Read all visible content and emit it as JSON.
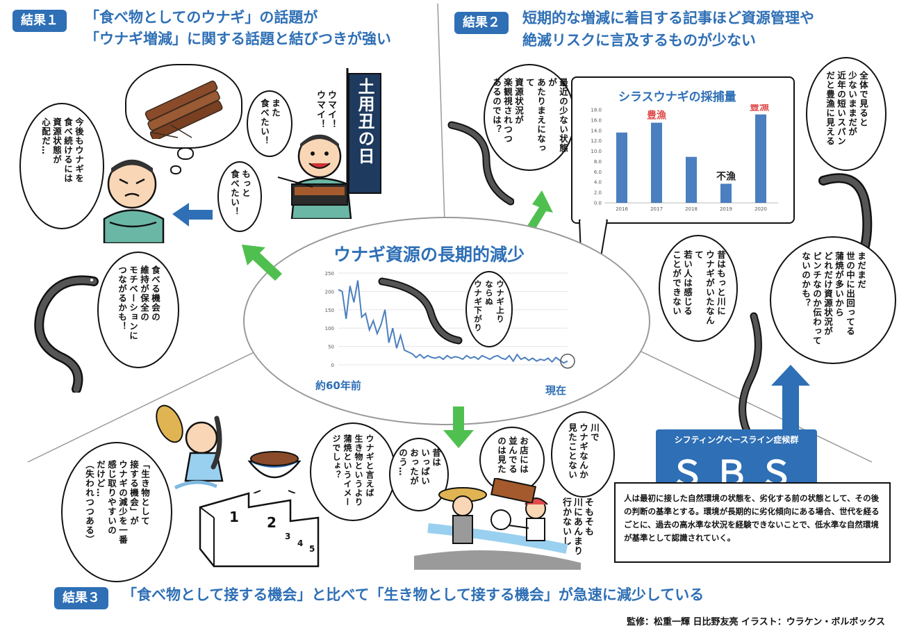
{
  "result1": {
    "badge": "結果１",
    "heading_line1": "「食べ物としてのウナギ」の話題が",
    "heading_line2": "「ウナギ増減」に関する話題と結びつきが強い",
    "bubble_worry": "今後もウナギを\n食べ続けるには\n資源状態が\n心配だ…",
    "bubble_again": "また\n食べたい！",
    "bubble_more": "もっと\n食べたい！",
    "exclaim": "ウマイ！\nウマイ！",
    "banner": "土用丑の日",
    "bubble_motivation": "食べる機会の\n維持が保全の\nモチベーションに\nつながるかも！"
  },
  "result2": {
    "badge": "結果２",
    "heading_line1": "短期的な増減に着目する記事ほど資源管理や",
    "heading_line2": "絶滅リスクに言及するものが少ない",
    "bubble_recent": "最近の少ない状態が\nあたりまえになって\n資源状況が\n楽観視されつつ\nあるのでは？",
    "bubble_overall": "全体で見ると\n少ないままだが\n近年の短いスパン\nだと豊漁に見える"
  },
  "result3": {
    "badge": "結果３",
    "heading": "「食べ物として接する機会」と比べて「生き物として接する機会」が急速に減少している",
    "bubble_feeling": "「生き物として\n接する機会」が\nウナギの減少を一番\n感じ取りやすいの\nだけど…\n（失われつつある）",
    "bubble_image": "ウナギと言えば\n生き物というより\n蒲焼というイメージでしょ？",
    "bubble_past": "昔は\nいっぱい\nおったが\nのう…",
    "bubble_shop": "お店には\n並んでる\nのは見た",
    "bubble_river": "川で\nウナギなんか\n見たことない",
    "handwritten": "そもそも\n川にあんまり\n行かないし",
    "podium": [
      "1",
      "2",
      "3",
      "4",
      "5"
    ]
  },
  "center": {
    "title": "ウナギ資源の長期的減少",
    "label_left": "約60年前",
    "label_right": "現在",
    "bubble_pun": "ウナギ上り\nならぬ\nウナギ下がり"
  },
  "sbs": {
    "subtitle": "シフティングベースライン症候群",
    "title": "ＳＢＳ",
    "description": "人は最初に接した自然環境の状態を、劣化する前の状態として、その後の判断の基準とする。環境が長期的に劣化傾向にある場合、世代を経るごとに、過去の高水準な状況を経験できないことで、低水準な自然環境が基準として認識されていく。",
    "bubble_old": "昔はもっと川に\nウナギがいたなんて\n若い人は感じる\nことができない",
    "bubble_still": "まだまだ\n世の中に出回ってる\n蒲焼が多いから\nどれだけ資源状況が\nピンチなのか伝わって\nないのかも？"
  },
  "credit": "監修：松重一輝 日比野友亮 イラスト：ウラケン・ボルボックス",
  "colors": {
    "accent": "#2e6fb5",
    "arrow": "#4fc04f",
    "bar": "#4b7fbf",
    "label_red": "#e04a4a"
  },
  "chart_data": [
    {
      "type": "line",
      "title": "",
      "x": [
        1,
        2,
        3,
        4,
        5,
        6,
        7,
        8,
        9,
        10,
        11,
        12,
        13,
        14,
        15,
        16,
        17,
        18,
        19,
        20,
        21,
        22,
        23,
        24,
        25,
        26,
        27,
        28,
        29,
        30,
        31,
        32,
        33,
        34,
        35,
        36,
        37,
        38,
        39,
        40,
        41,
        42,
        43,
        44,
        45,
        46,
        47,
        48,
        49,
        50,
        51,
        52,
        53,
        54,
        55,
        56,
        57,
        58,
        59,
        60
      ],
      "series": [
        {
          "values": [
            205,
            200,
            125,
            215,
            170,
            230,
            130,
            140,
            95,
            120,
            85,
            110,
            150,
            60,
            100,
            45,
            80,
            40,
            35,
            30,
            20,
            28,
            18,
            25,
            20,
            18,
            22,
            15,
            25,
            18,
            22,
            20,
            15,
            25,
            18,
            22,
            15,
            25,
            20,
            15,
            22,
            25,
            18,
            15,
            25,
            10,
            28,
            15,
            20,
            12,
            18,
            10,
            15,
            12,
            18,
            8,
            20,
            12,
            5,
            10
          ]
        }
      ],
      "xlabel": "",
      "ylabel": "",
      "ylim": [
        0,
        250
      ],
      "yticks": [
        "0",
        "50",
        "100",
        "150",
        "200",
        "250"
      ],
      "annotations": [
        "約60年前",
        "現在"
      ]
    },
    {
      "type": "bar",
      "title": "シラスウナギの採捕量",
      "categories": [
        "2016",
        "2017",
        "2018",
        "2019",
        "2020"
      ],
      "values": [
        13.6,
        15.5,
        8.9,
        3.7,
        17.1
      ],
      "ylim": [
        0,
        18
      ],
      "yticks": [
        "0.0",
        "2.0",
        "4.0",
        "6.0",
        "8.0",
        "10.0",
        "12.0",
        "14.0",
        "16.0",
        "18.0"
      ],
      "annotations": [
        {
          "category": "2017",
          "text": "豊漁"
        },
        {
          "category": "2019",
          "text": "不漁"
        },
        {
          "category": "2020",
          "text": "豊漁"
        }
      ]
    }
  ]
}
